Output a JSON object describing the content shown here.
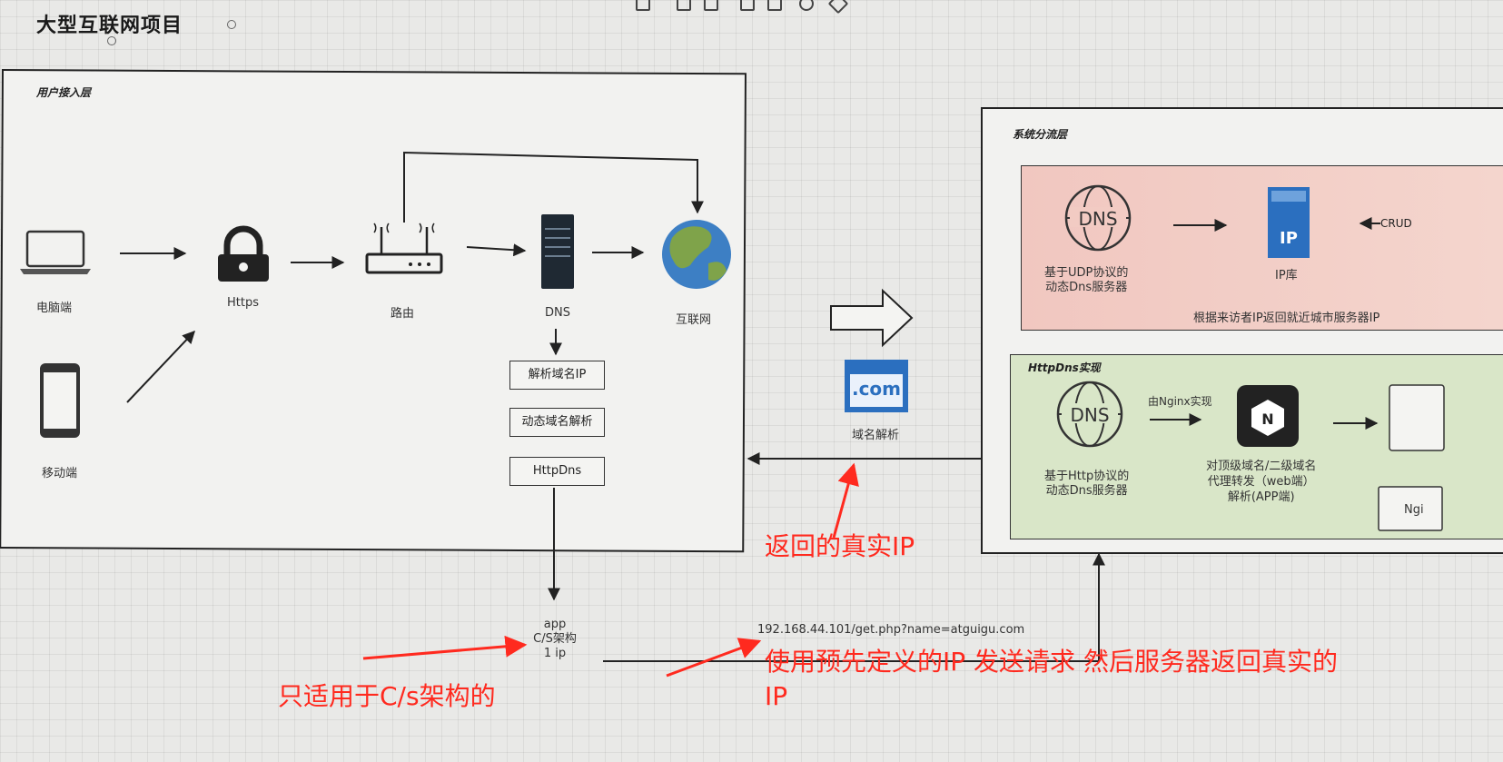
{
  "title": "大型互联网项目",
  "user_layer": {
    "title": "用户接入层",
    "pc_label": "电脑端",
    "mobile_label": "移动端",
    "https_label": "Https",
    "router_label": "路由",
    "dns_label": "DNS",
    "internet_label": "互联网",
    "boxes": [
      "解析域名IP",
      "动态域名解析",
      "HttpDns"
    ]
  },
  "app_label": [
    "app",
    "C/S架构",
    "1 ip"
  ],
  "domain_parse": {
    "icon_text": ".com",
    "label": "域名解析"
  },
  "request_url": "192.168.44.101/get.php?name=atguigu.com",
  "system_layer": {
    "title": "系统分流层",
    "udp_dns_label": "基于UDP协议的\n动态Dns服务器",
    "dns_icon_text": "DNS",
    "ip_lib_label": "IP库",
    "ip_icon_text": "IP",
    "crud_label": "CRUD",
    "ip_note": "根据来访者IP返回就近城市服务器IP",
    "httpdns_title": "HttpDns实现",
    "http_dns_label": "基于Http协议的\n动态Dns服务器",
    "nginx_impl_label": "由Nginx实现",
    "nginx_icon_text": "N",
    "nginx_desc": "对顶级域名/二级域名\n代理转发（web端）\n解析(APP端)",
    "ngi_partial": "Ngi"
  },
  "annotations": {
    "real_ip": "返回的真实IP",
    "cs_only": "只适用于C/s架构的",
    "predefined_ip": "使用预先定义的IP 发送请求 然后服务器返回真实的\nIP"
  },
  "colors": {
    "annotation_red": "#ff2a1f",
    "red_panel": "#f1c7c0",
    "green_panel": "#d9e6c8",
    "globe_ocean": "#3d7fc4",
    "globe_land": "#7fa34a",
    "dns_blue": "#2b6fbf"
  }
}
